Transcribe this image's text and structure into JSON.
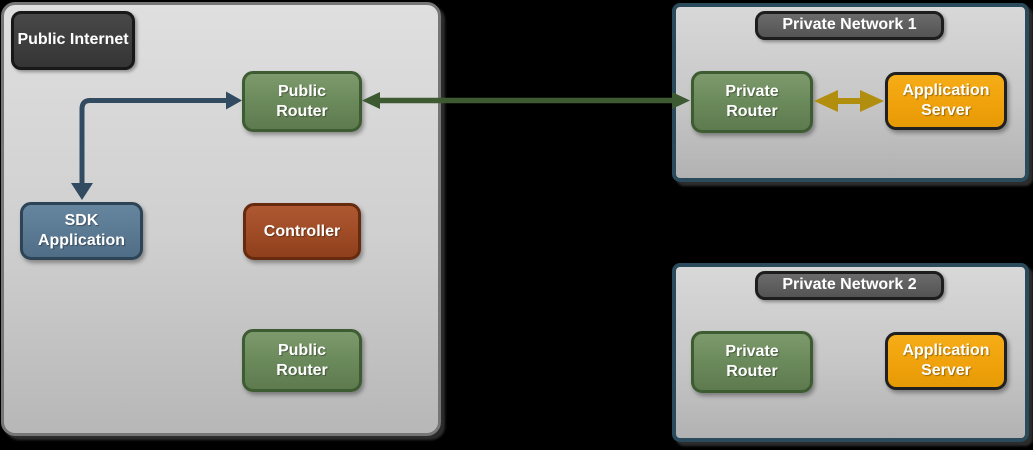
{
  "zones": {
    "public_internet": {
      "label": "Public Internet"
    },
    "private_network_1": {
      "label": "Private Network 1"
    },
    "private_network_2": {
      "label": "Private Network 2"
    }
  },
  "nodes": {
    "public_router_top": {
      "label": "Public Router"
    },
    "sdk_application": {
      "label": "SDK Application"
    },
    "controller": {
      "label": "Controller"
    },
    "public_router_bottom": {
      "label": "Public Router"
    },
    "private_router_1": {
      "label": "Private Router"
    },
    "application_server_1": {
      "label": "Application Server"
    },
    "private_router_2": {
      "label": "Private Router"
    },
    "application_server_2": {
      "label": "Application Server"
    }
  },
  "edges": [
    {
      "name": "sdk-application--public-router",
      "from": "SDK Application",
      "to": "Public Router",
      "direction": "both",
      "shape": "elbow",
      "color": "#334b60"
    },
    {
      "from": "Public Router",
      "to": "Private Router (Private Network 1)",
      "direction": "both",
      "shape": "straight",
      "color": "#3e5a33"
    },
    {
      "from": "Private Router (Private Network 1)",
      "to": "Application Server (Private Network 1)",
      "direction": "both",
      "shape": "straight",
      "color": "#b18e0e"
    }
  ],
  "colors": {
    "background": "#000000",
    "zone_fill_top": "#dfdfdf",
    "zone_fill_bottom": "#b2b2b2",
    "zone_border_gray": "#767676",
    "zone_border_blue": "#2b4a5c",
    "router_green": "#6b8a5b",
    "router_green_border": "#3d5c31",
    "sdk_blue": "#5b7a93",
    "sdk_blue_border": "#2d4356",
    "controller_rust": "#a04c27",
    "controller_rust_border": "#662a0e",
    "app_server_orange": "#f0a30c",
    "app_server_border": "#202020",
    "badge_dark": "#3c3c3c",
    "badge_gray": "#5f5f5f",
    "arrow_blue": "#334b60",
    "arrow_green": "#3e5a33",
    "arrow_yellow": "#b18e0e",
    "text_white": "#ffffff"
  }
}
